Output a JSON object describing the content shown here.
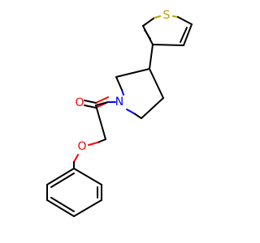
{
  "molecule": {
    "atoms": {
      "oxygen_carbonyl": {
        "symbol": "O",
        "color": "#ff0000"
      },
      "oxygen_ether": {
        "symbol": "O",
        "color": "#ff0000"
      },
      "nitrogen": {
        "symbol": "N",
        "color": "#0000ff"
      },
      "sulfur": {
        "symbol": "S",
        "color": "#b3a300"
      }
    }
  }
}
